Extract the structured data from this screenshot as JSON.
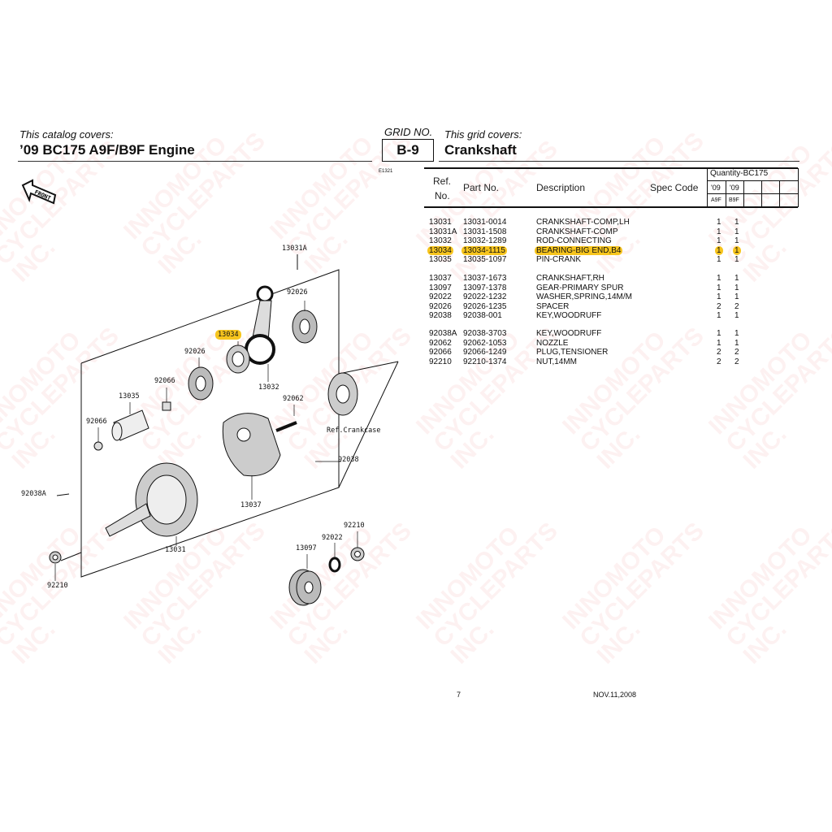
{
  "header": {
    "catalog_label": "This catalog covers:",
    "catalog_title": "’09 BC175 A9F/B9F Engine",
    "grid_label": "GRID NO.",
    "grid_no": "B-9",
    "grid_covers_label": "This grid covers:",
    "grid_title": "Crankshaft",
    "fig_code": "E1321"
  },
  "table": {
    "headers": {
      "ref_line1": "Ref.",
      "ref_line2": "No.",
      "part_no": "Part No.",
      "description": "Description",
      "spec_code": "Spec Code",
      "quantity": "Quantity-BC175",
      "year1": "'09",
      "year2": "'09",
      "model1": "A9F",
      "model2": "B9F"
    },
    "groups": [
      [
        {
          "ref": "13031",
          "part": "13031-0014",
          "desc": "CRANKSHAFT-COMP,LH",
          "a9f": "1",
          "b9f": "1"
        },
        {
          "ref": "13031A",
          "part": "13031-1508",
          "desc": "CRANKSHAFT-COMP",
          "a9f": "1",
          "b9f": "1"
        },
        {
          "ref": "13032",
          "part": "13032-1289",
          "desc": "ROD-CONNECTING",
          "a9f": "1",
          "b9f": "1"
        },
        {
          "ref": "13034",
          "part": "13034-1115",
          "desc": "BEARING-BIG END,B4",
          "a9f": "1",
          "b9f": "1",
          "highlight": true
        },
        {
          "ref": "13035",
          "part": "13035-1097",
          "desc": "PIN-CRANK",
          "a9f": "1",
          "b9f": "1"
        }
      ],
      [
        {
          "ref": "13037",
          "part": "13037-1673",
          "desc": "CRANKSHAFT,RH",
          "a9f": "1",
          "b9f": "1"
        },
        {
          "ref": "13097",
          "part": "13097-1378",
          "desc": "GEAR-PRIMARY SPUR",
          "a9f": "1",
          "b9f": "1"
        },
        {
          "ref": "92022",
          "part": "92022-1232",
          "desc": "WASHER,SPRING,14M/M",
          "a9f": "1",
          "b9f": "1"
        },
        {
          "ref": "92026",
          "part": "92026-1235",
          "desc": "SPACER",
          "a9f": "2",
          "b9f": "2"
        },
        {
          "ref": "92038",
          "part": "92038-001",
          "desc": "KEY,WOODRUFF",
          "a9f": "1",
          "b9f": "1"
        }
      ],
      [
        {
          "ref": "92038A",
          "part": "92038-3703",
          "desc": "KEY,WOODRUFF",
          "a9f": "1",
          "b9f": "1"
        },
        {
          "ref": "92062",
          "part": "92062-1053",
          "desc": "NOZZLE",
          "a9f": "1",
          "b9f": "1"
        },
        {
          "ref": "92066",
          "part": "92066-1249",
          "desc": "PLUG,TENSIONER",
          "a9f": "2",
          "b9f": "2"
        },
        {
          "ref": "92210",
          "part": "92210-1374",
          "desc": "NUT,14MM",
          "a9f": "2",
          "b9f": "2"
        }
      ]
    ]
  },
  "diagram": {
    "front_label": "FRONT",
    "labels": [
      "13031A",
      "92026",
      "13034",
      "92026",
      "13032",
      "92066",
      "13035",
      "92062",
      "92066",
      "Ref.Crankcase",
      "92038",
      "92038A",
      "13037",
      "92210",
      "92022",
      "13097",
      "13031",
      "92210"
    ]
  },
  "footer": {
    "page": "7",
    "date": "NOV.11,2008"
  },
  "watermark": "INNOMOTO\nCYCLEPARTS\nINC.",
  "colors": {
    "highlight": "#f7c51e",
    "watermark": "#dc3c3c"
  }
}
